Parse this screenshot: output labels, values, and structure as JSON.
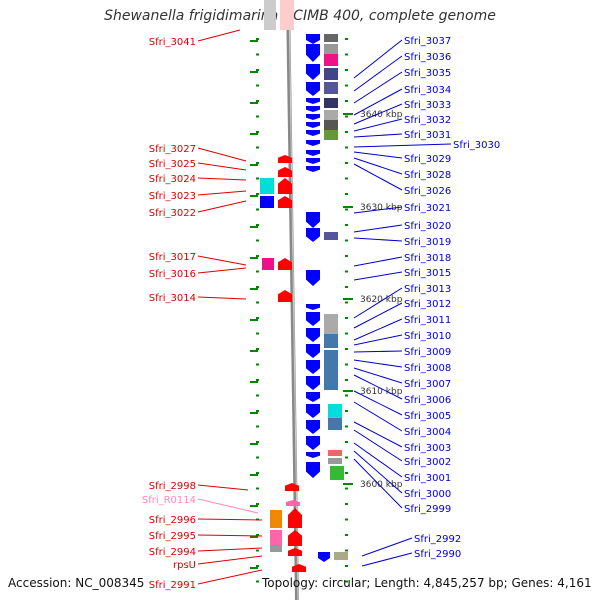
{
  "title": "Shewanella frigidimarina NCIMB 400, complete genome",
  "accession": "Accession: NC_008345",
  "topology": "Topology: circular; Length: 4,845,257 bp; Genes: 4,161",
  "colors": {
    "left_label": "#dd0000",
    "left_label_pseudo": "#ff88bb",
    "right_label": "#0000cc",
    "forward_gene": "#ff0000",
    "reverse_gene": "#0000ff",
    "axis": "#888888",
    "tick": "#008800"
  },
  "kbp_ticks": [
    "3640 kbp",
    "3630 kbp",
    "3620 kbp",
    "3610 kbp",
    "3600 kbp"
  ],
  "left_genes": [
    {
      "label": "Sfri_3041"
    },
    {
      "label": "Sfri_3027"
    },
    {
      "label": "Sfri_3025"
    },
    {
      "label": "Sfri_3024"
    },
    {
      "label": "Sfri_3023"
    },
    {
      "label": "Sfri_3022"
    },
    {
      "label": "Sfri_3017"
    },
    {
      "label": "Sfri_3016"
    },
    {
      "label": "Sfri_3014"
    },
    {
      "label": "Sfri_2998"
    },
    {
      "label": "Sfri_R0114",
      "pseudo": true
    },
    {
      "label": "Sfri_2996"
    },
    {
      "label": "Sfri_2995"
    },
    {
      "label": "Sfri_2994"
    },
    {
      "label": "rpsU"
    },
    {
      "label": "Sfri_2991"
    }
  ],
  "right_genes": [
    {
      "label": "Sfri_3037"
    },
    {
      "label": "Sfri_3036"
    },
    {
      "label": "Sfri_3035"
    },
    {
      "label": "Sfri_3034"
    },
    {
      "label": "Sfri_3033"
    },
    {
      "label": "Sfri_3032"
    },
    {
      "label": "Sfri_3031"
    },
    {
      "label": "Sfri_3030"
    },
    {
      "label": "Sfri_3029"
    },
    {
      "label": "Sfri_3028"
    },
    {
      "label": "Sfri_3026"
    },
    {
      "label": "Sfri_3021"
    },
    {
      "label": "Sfri_3020"
    },
    {
      "label": "Sfri_3019"
    },
    {
      "label": "Sfri_3018"
    },
    {
      "label": "Sfri_3015"
    },
    {
      "label": "Sfri_3013"
    },
    {
      "label": "Sfri_3012"
    },
    {
      "label": "Sfri_3011"
    },
    {
      "label": "Sfri_3010"
    },
    {
      "label": "Sfri_3009"
    },
    {
      "label": "Sfri_3008"
    },
    {
      "label": "Sfri_3007"
    },
    {
      "label": "Sfri_3006"
    },
    {
      "label": "Sfri_3005"
    },
    {
      "label": "Sfri_3004"
    },
    {
      "label": "Sfri_3003"
    },
    {
      "label": "Sfri_3002"
    },
    {
      "label": "Sfri_3001"
    },
    {
      "label": "Sfri_3000"
    },
    {
      "label": "Sfri_2999"
    },
    {
      "label": "Sfri_2992"
    },
    {
      "label": "Sfri_2990"
    }
  ]
}
